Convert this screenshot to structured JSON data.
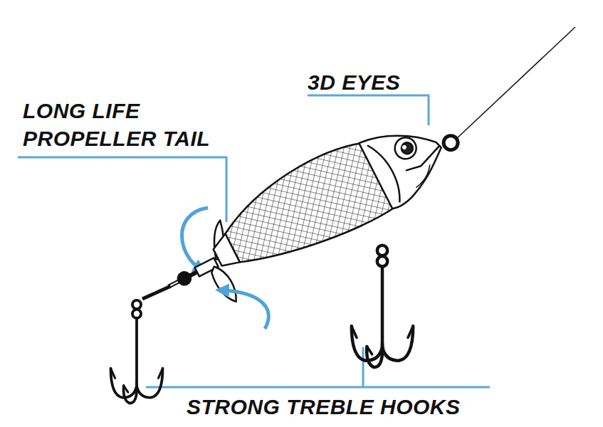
{
  "diagram": {
    "labels": [
      "3D EYES",
      "LONG LIFE PROPELLER TAIL",
      "STRONG TREBLE HOOKS"
    ]
  }
}
